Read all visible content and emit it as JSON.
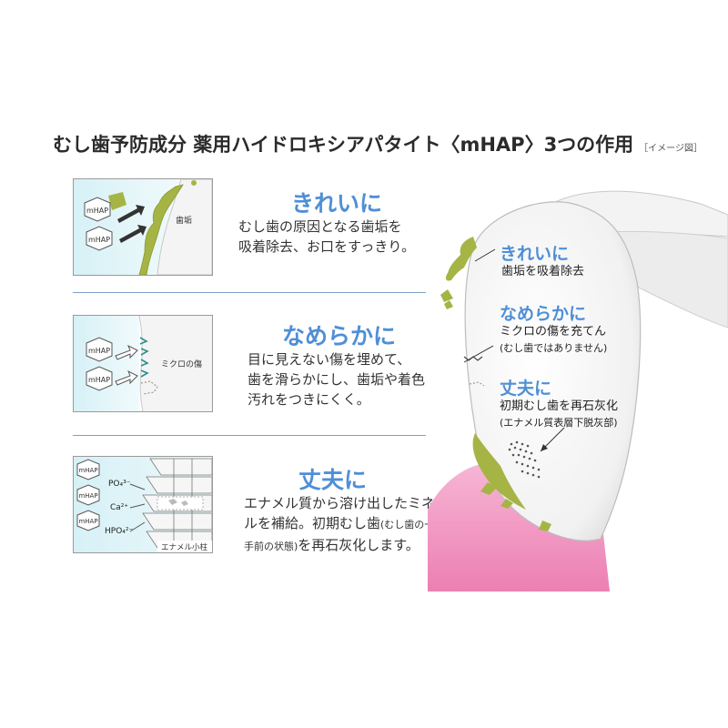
{
  "title": {
    "main": "むし歯予防成分 薬用ハイドロキシアパタイト〈mHAP〉3つの作用",
    "note": "［イメージ図］"
  },
  "sections": [
    {
      "heading": "きれいに",
      "lines": [
        "むし歯の原因となる歯垢を",
        "吸着除去、お口をすっきり。"
      ],
      "panel": {
        "hap_labels": [
          "mHAP",
          "mHAP"
        ],
        "label": "歯垢"
      }
    },
    {
      "heading": "なめらかに",
      "lines": [
        "目に見えない傷を埋めて、",
        "歯を滑らかにし、歯垢や着色",
        "汚れをつきにくく。"
      ],
      "panel": {
        "hap_labels": [
          "mHAP",
          "mHAP"
        ],
        "label": "ミクロの傷"
      }
    },
    {
      "heading": "丈夫に",
      "line1": "エナメル質から溶け出したミネラ",
      "line2_a": "ルを補給。初期むし歯",
      "line2_b": "(むし歯の一歩",
      "line3_a": "手前の状態)",
      "line3_b": "を再石灰化します。",
      "panel": {
        "hap_labels": [
          "mHAP",
          "mHAP",
          "mHAP"
        ],
        "ions": [
          "PO₄³⁻",
          "Ca²⁺",
          "HPO₄²⁻"
        ],
        "label": "エナメル小柱"
      }
    }
  ],
  "right": [
    {
      "heading": "きれいに",
      "lines": [
        "歯垢を吸着除去"
      ]
    },
    {
      "heading": "なめらかに",
      "lines": [
        "ミクロの傷を充てん",
        "(むし歯ではありません)"
      ]
    },
    {
      "heading": "丈夫に",
      "lines": [
        "初期むし歯を再石灰化",
        "(エナメル質表層下脱灰部)"
      ]
    }
  ],
  "colors": {
    "accent": "#4f8fd6",
    "plaque": "#a5b445",
    "gum": "#ef8fbf",
    "enamel_bg": "#dff4f7",
    "separator": "#7ea0c8"
  }
}
